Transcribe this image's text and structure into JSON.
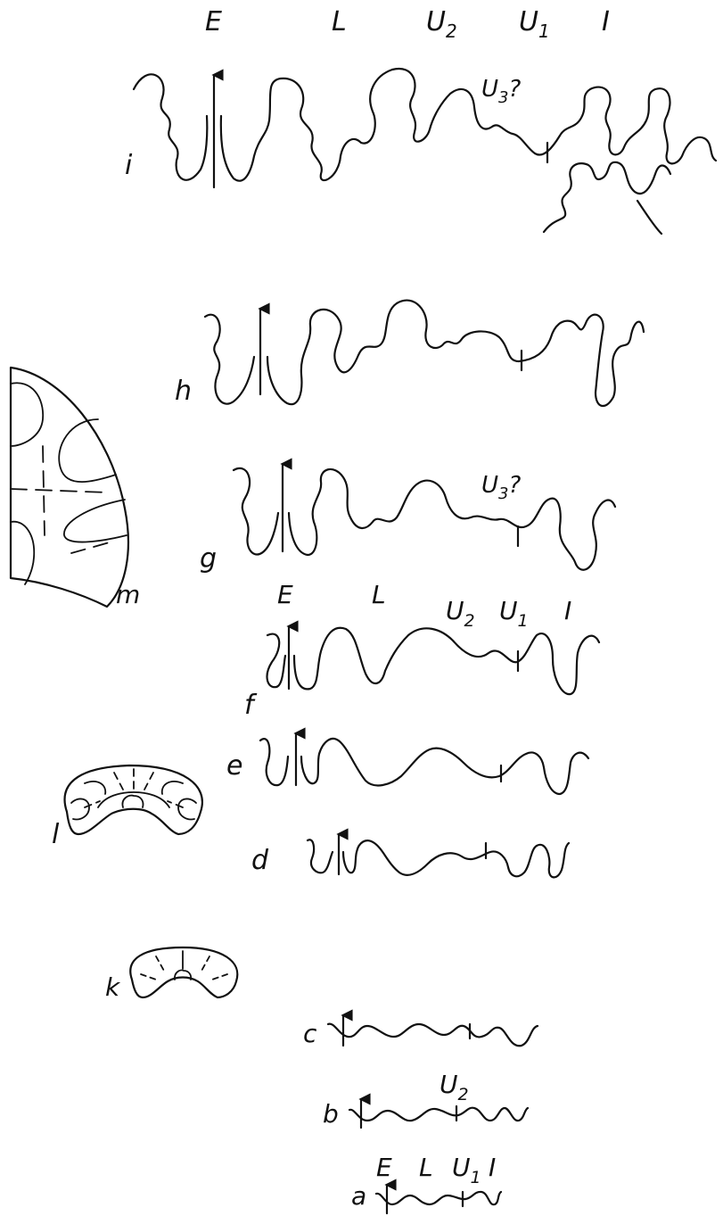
{
  "figure": {
    "top_labels": {
      "E": "E",
      "L": "L",
      "U2": "U2",
      "U1": "U1",
      "I": "I"
    },
    "stage_labels": {
      "i": "i",
      "h": "h",
      "g": "g",
      "f": "f",
      "e": "e",
      "d": "d",
      "c": "c",
      "b": "b",
      "a": "a"
    },
    "u3_query": "U3?",
    "f_labels": {
      "E": "E",
      "L": "L",
      "U2": "U2",
      "U1": "U1",
      "I": "I"
    },
    "b_label": "U2",
    "a_labels": {
      "E": "E",
      "L": "L",
      "U1": "U1",
      "I": "I"
    },
    "section_labels": {
      "m": "m",
      "l": "l",
      "k": "k"
    },
    "line_color": "#111111",
    "background_color": "#ffffff"
  }
}
